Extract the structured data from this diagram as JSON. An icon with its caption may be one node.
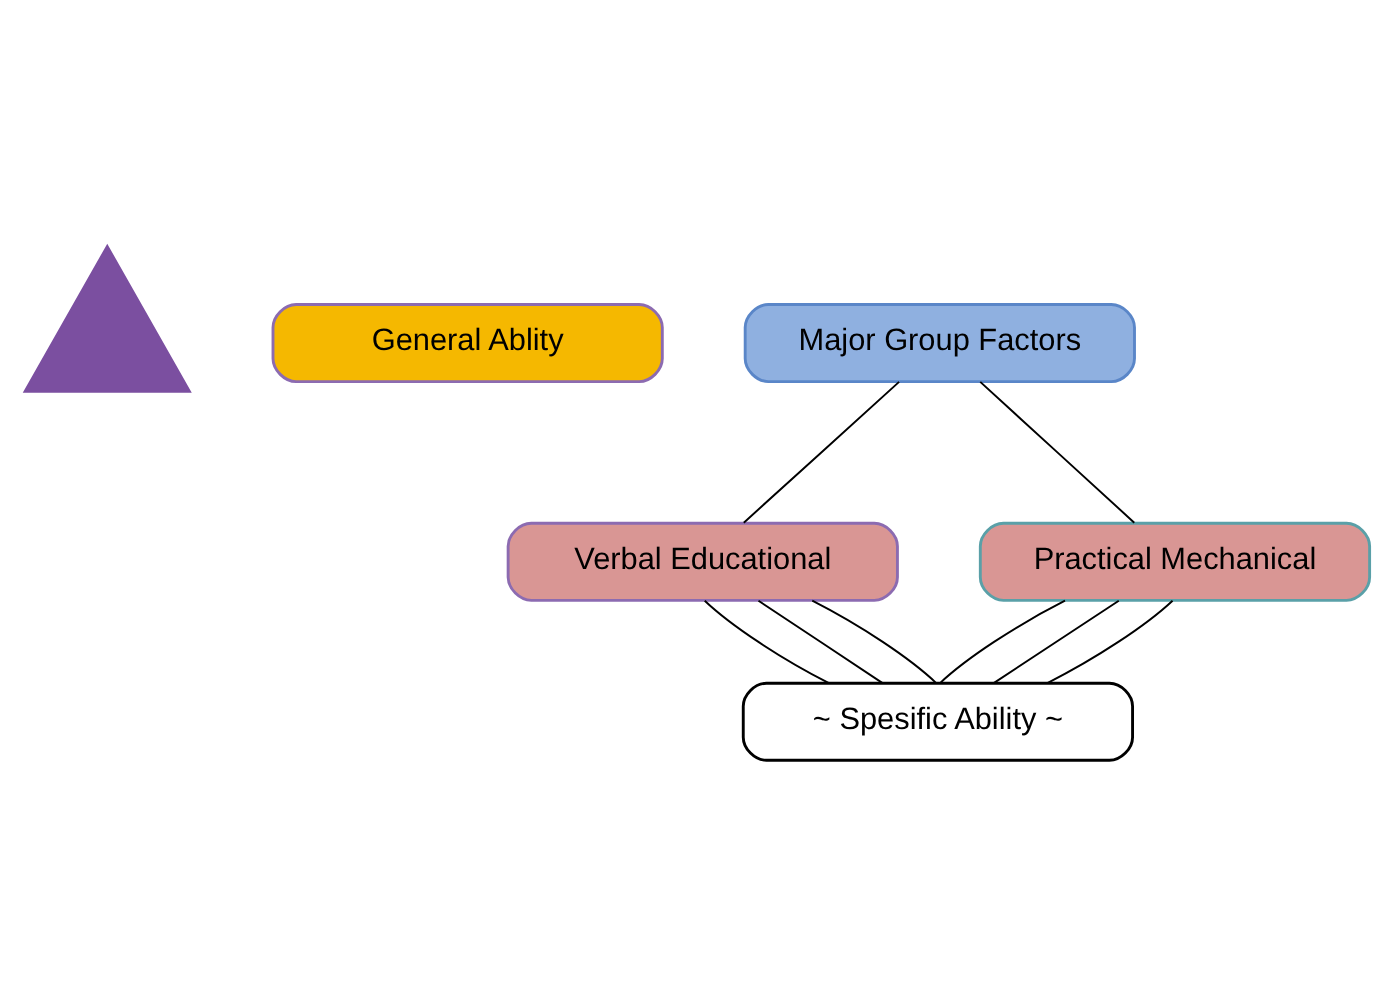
{
  "diagram": {
    "nodes": [
      {
        "text": [],
        "shape": "triangle"
      },
      {
        "text": [
          "General Ablity"
        ]
      },
      {
        "text": [
          "Major Group Factors"
        ]
      },
      {
        "text": [
          "Verbal Educational"
        ]
      },
      {
        "text": [
          "Practical Mechanical"
        ]
      },
      {
        "text": [
          "~ Spesific Ability ~"
        ]
      }
    ],
    "edges": [
      {
        "from": 2,
        "to": 3,
        "arrow": "none"
      },
      {
        "from": 2,
        "to": 4,
        "arrow": "none"
      },
      {
        "from": 3,
        "to": 5,
        "arrow": "none"
      },
      {
        "from": 3,
        "to": 5,
        "arrow": "none"
      },
      {
        "from": 3,
        "to": 5,
        "arrow": "none"
      },
      {
        "from": 4,
        "to": 5,
        "arrow": "none"
      },
      {
        "from": 4,
        "to": 5,
        "arrow": "none"
      },
      {
        "from": 4,
        "to": 5,
        "arrow": "none"
      }
    ]
  }
}
